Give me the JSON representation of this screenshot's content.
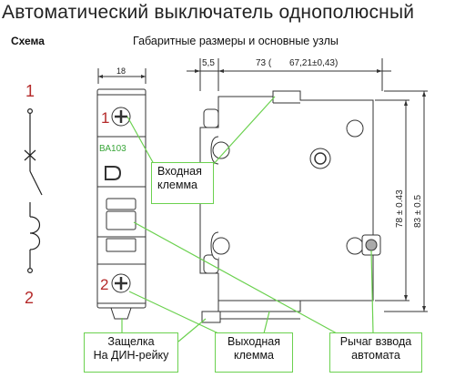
{
  "title": "Автоматический выключатель однополюсный",
  "schema_label": "Схема",
  "dims_label": "Габаритные размеры и основные узлы",
  "schema": {
    "top_number": "1",
    "bottom_number": "2"
  },
  "front_view": {
    "width_dim": "18",
    "terminal_top_number": "1",
    "terminal_bottom_number": "2",
    "model_label": "ВА103"
  },
  "side_view": {
    "dim_5_5": "5,5",
    "dim_73": "73 (",
    "dim_67": "67,21±0,43)",
    "dim_78": "78 ± 0.43",
    "dim_83": "83 ± 0.5"
  },
  "callouts": {
    "input_terminal": [
      "Входная",
      "клемма"
    ],
    "din_latch": [
      "Защелка",
      "На ДИН-рейку"
    ],
    "output_terminal": [
      "Выходная",
      "клемма"
    ],
    "cocking_lever": [
      "Рычаг взвода",
      "автомата"
    ]
  },
  "colors": {
    "accent_green": "#6bd14f",
    "number_red": "#b52a2a",
    "model_green": "#3aa63a",
    "line": "#222222"
  }
}
